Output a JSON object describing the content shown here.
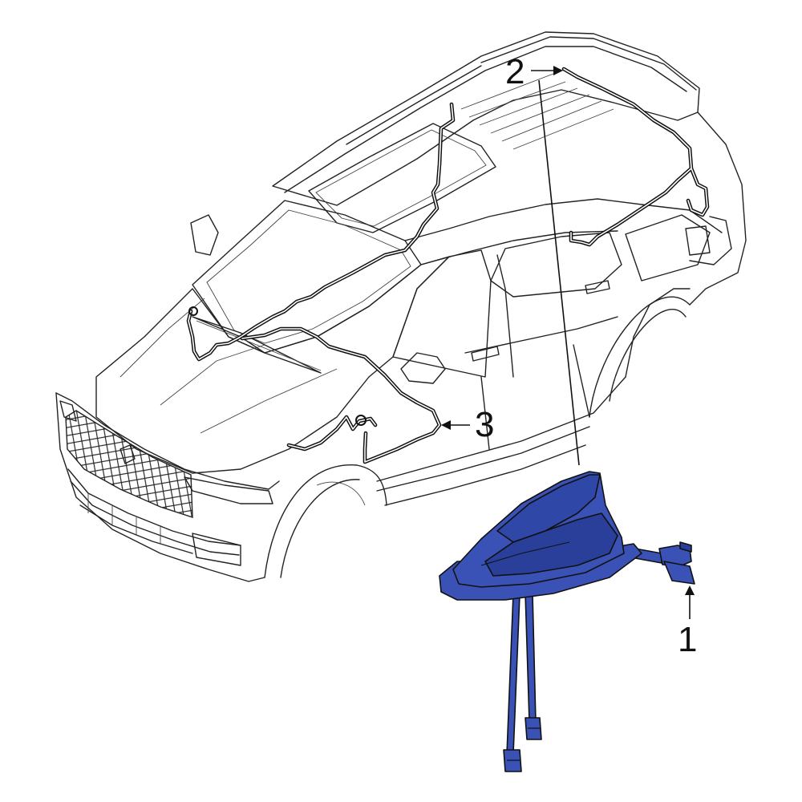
{
  "callouts": {
    "c1": "1",
    "c2": "2",
    "c3": "3"
  },
  "colors": {
    "part_highlight": "#3a52b6",
    "part_shade": "#2a3f9a",
    "line": "#111111"
  }
}
